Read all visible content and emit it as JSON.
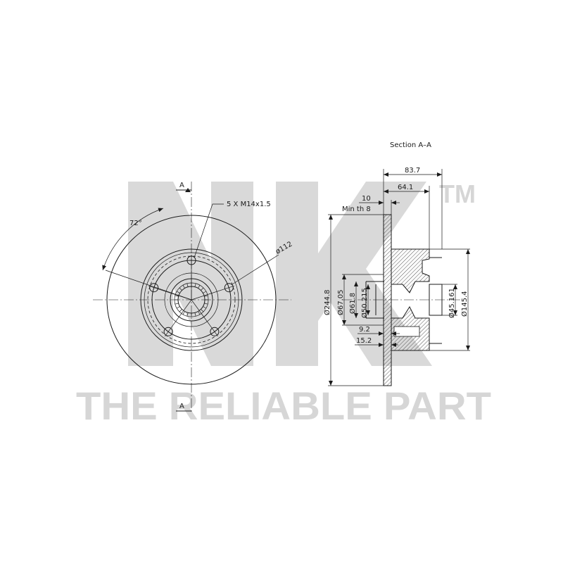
{
  "watermark": {
    "logo_text": "NK",
    "trademark": "TM",
    "tagline": "THE RELIABLE PART"
  },
  "front_view": {
    "section_mark_top": "A",
    "section_mark_bottom": "A",
    "bolt_spec": "5 X M14x1.5",
    "angle": "72°",
    "pcd": "ø112"
  },
  "section_view": {
    "title": "Section A–A",
    "dims": {
      "overall_width": "83.7",
      "hub_width": "64.1",
      "disc_thickness": "10",
      "min_thickness": "Min th 8",
      "diameter_outer": "Ø244.8",
      "diameter_67": "Ø67.05",
      "diameter_61": "Ø61.8",
      "diameter_50": "Ø50.215",
      "offset_9": "9.2",
      "offset_15": "15.2",
      "diameter_45": "Ø45.161",
      "diameter_145": "Ø145.4"
    }
  },
  "colors": {
    "line": "#1a1a1a",
    "watermark": "#d6d6d6",
    "hatch": "#555555"
  }
}
